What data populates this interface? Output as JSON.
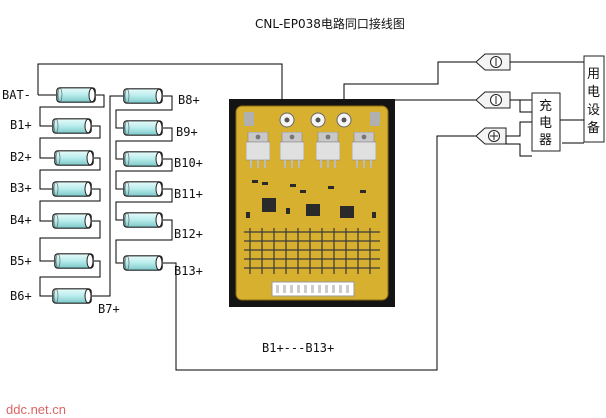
{
  "title": "CNL-EP038电路同口接线图",
  "left_labels": [
    "BAT-",
    "B1+",
    "B2+",
    "B3+",
    "B4+",
    "B5+",
    "B6+",
    "B7+"
  ],
  "right_labels": [
    "B8+",
    "B9+",
    "B10+",
    "B11+",
    "B12+",
    "B13+"
  ],
  "bus_label": "B1+---B13+",
  "load_label": [
    "用",
    "电",
    "设",
    "备"
  ],
  "charger_label": [
    "充",
    "电",
    "器"
  ],
  "watermark": "ddc.net.cn",
  "colors": {
    "cell_fill": "#b8ecec",
    "cell_stroke": "#222222",
    "board_bg": "#141414",
    "board_pcb": "#d8b030",
    "wire": "#000000",
    "watermark": "#d03030"
  },
  "icons": [
    "battery-cell-icon",
    "connector-minus-icon",
    "connector-plus-icon"
  ]
}
